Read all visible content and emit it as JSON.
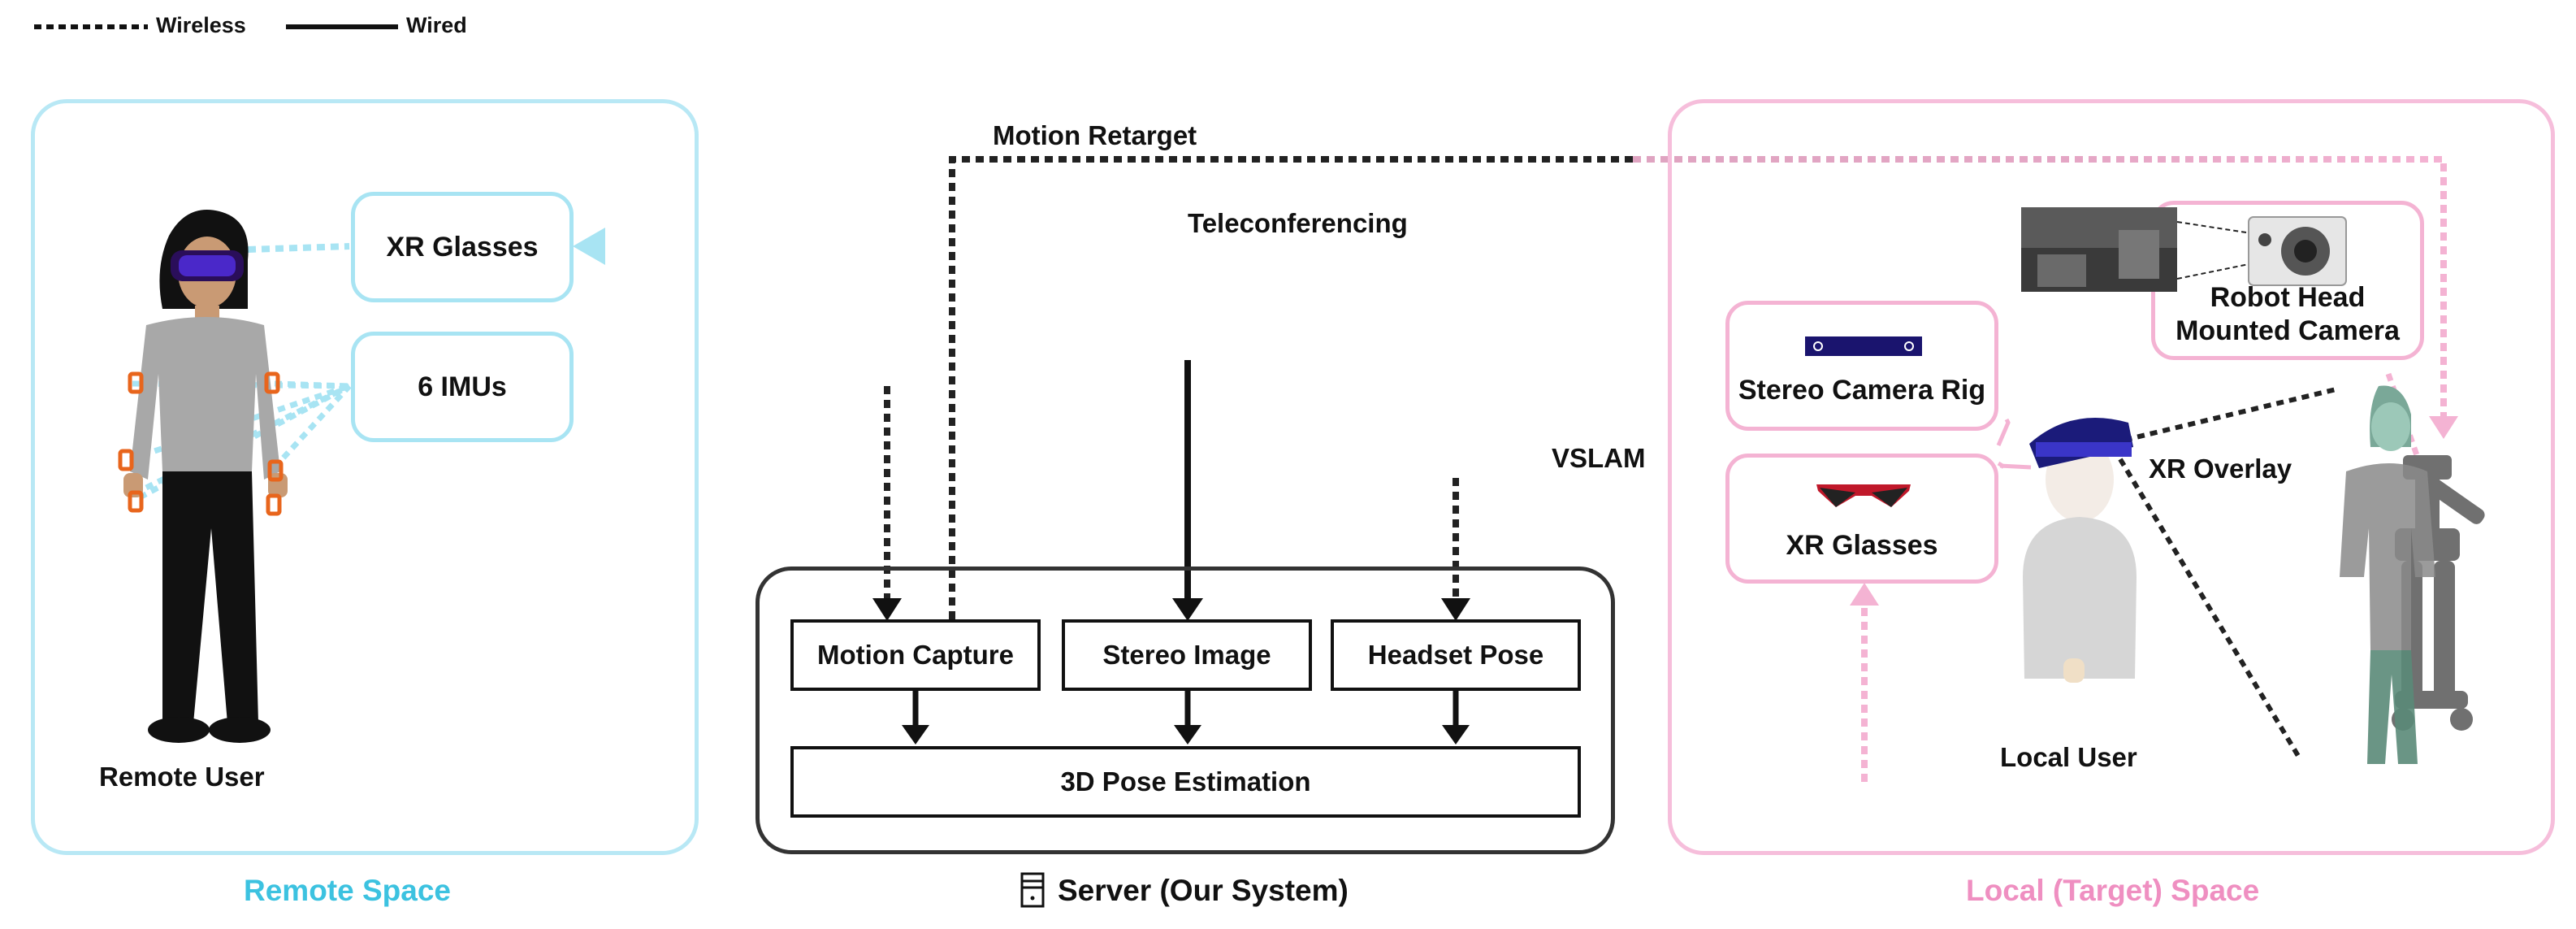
{
  "legend": {
    "wireless": "Wireless",
    "wired": "Wired"
  },
  "colors": {
    "remote": "#a8e4f3",
    "remote_text": "#3cc2e0",
    "local": "#f4b3d3",
    "local_text": "#ef8fc1",
    "server": "#111111"
  },
  "remote": {
    "title": "Remote Space",
    "xr_glasses": "XR Glasses",
    "imus": "6 IMUs",
    "user": "Remote User"
  },
  "server": {
    "title": "Server (Our System)",
    "icon": "server-tower-icon",
    "motion_capture": "Motion Capture",
    "stereo_image": "Stereo Image",
    "headset_pose": "Headset Pose",
    "pose_estimation": "3D Pose Estimation"
  },
  "local": {
    "title": "Local (Target) Space",
    "robot_camera_line1": "Robot Head",
    "robot_camera_line2": "Mounted Camera",
    "stereo_rig": "Stereo Camera Rig",
    "xr_glasses": "XR Glasses",
    "user": "Local User"
  },
  "edges": {
    "motion_retarget": "Motion Retarget",
    "teleconferencing": "Teleconferencing",
    "vslam": "VSLAM",
    "xr_overlay": "XR Overlay"
  }
}
